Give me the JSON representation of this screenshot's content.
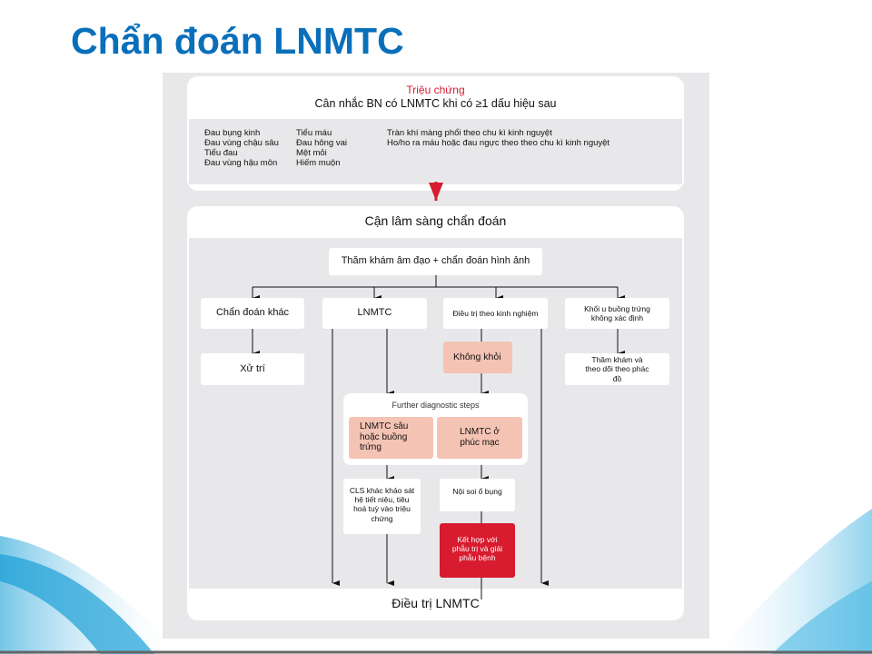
{
  "title": "Chẩn đoán LNMTC",
  "symptoms": {
    "heading": "Triệu chứng",
    "subtitle": "Cân nhắc BN có LNMTC khi có ≥1 dấu hiệu sau",
    "col1": [
      "Đau bụng kinh",
      "Đau vùng chậu sâu",
      "Tiểu đau",
      "Đau vùng hậu môn"
    ],
    "col2": [
      "Tiểu máu",
      "Đau hông vai",
      "Mệt mỏi",
      "Hiếm muộn"
    ],
    "col3": [
      "Tràn khí màng phổi theo chu kì kinh nguyệt",
      "Ho/ho ra máu hoặc đau ngực theo theo chu kì kinh nguyệt"
    ]
  },
  "diagnosis": {
    "heading": "Cận lâm sàng chẩn đoán",
    "exam": "Thăm khám âm đạo + chẩn đoán hình ảnh",
    "other_dx": "Chẩn đoán khác",
    "lnmtc": "LNMTC",
    "empiric": "Điều trị theo kinh nghiệm",
    "ovarian_mass": "Khối u buồng trứng không xác định",
    "manage": "Xử trí",
    "no_improve": "Không khỏi",
    "followup": "Thăm khám và theo dõi theo phác đồ",
    "further": "Further diagnostic steps",
    "deep": "LNMTC sâu hoặc buồng trứng",
    "peritoneal": "LNMTC ở phúc mạc",
    "cls": "CLS khác khảo sát hệ tiết niệu, tiêu hoá tuỳ vào triệu chứng",
    "laparoscopy": "Nội soi ổ bụng",
    "combine": "Kết hợp với phẫu trị và giải phẫu bệnh",
    "treatment": "Điều trị LNMTC"
  },
  "colors": {
    "title": "#0a6fba",
    "red": "#d81b2f",
    "salmon": "#f4c3b4",
    "gray": "#e8e8ea"
  }
}
